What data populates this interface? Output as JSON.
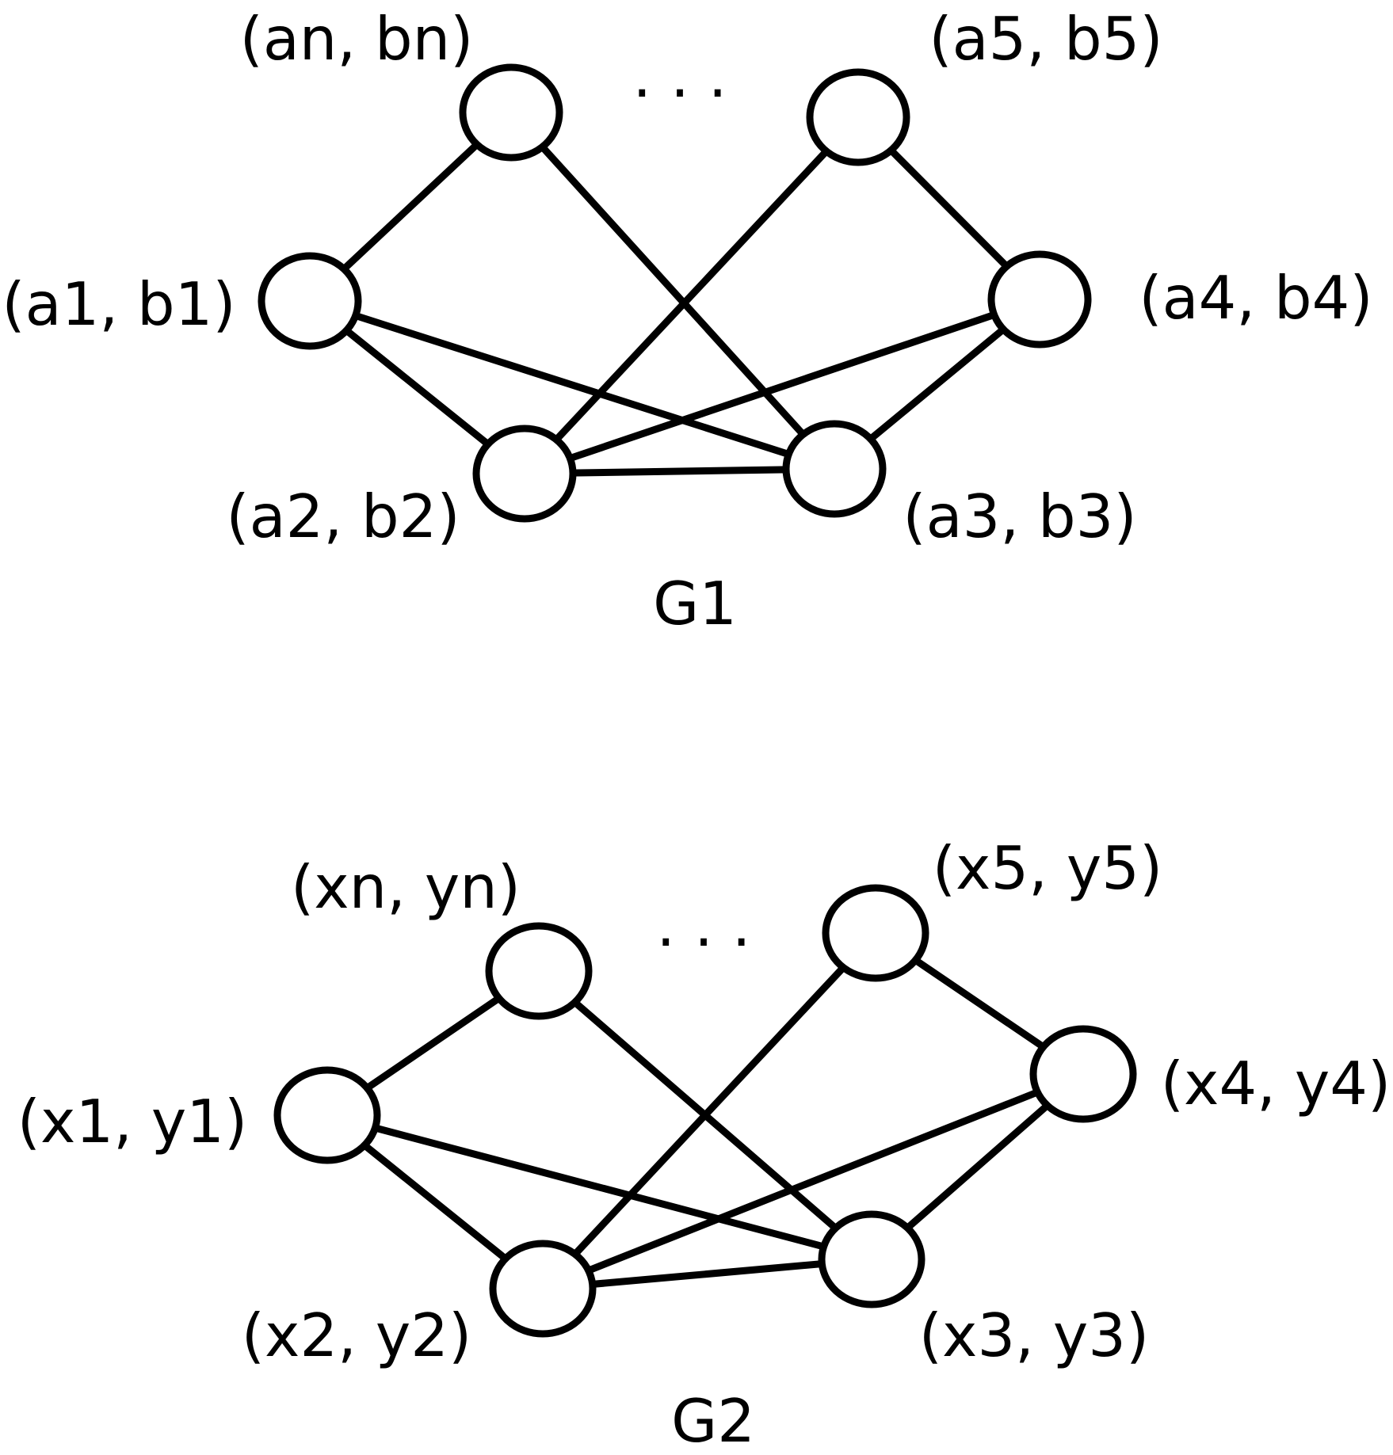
{
  "graphs": [
    {
      "caption": "G1",
      "nodes": [
        {
          "id": "an",
          "label": "(an, bn)"
        },
        {
          "id": "a5",
          "label": "(a5, b5)"
        },
        {
          "id": "a1",
          "label": "(a1, b1)"
        },
        {
          "id": "a4",
          "label": "(a4, b4)"
        },
        {
          "id": "a2",
          "label": "(a2, b2)"
        },
        {
          "id": "a3",
          "label": "(a3, b3)"
        }
      ],
      "ellipsis": ". . .",
      "edges": [
        [
          "an",
          "a1"
        ],
        [
          "an",
          "a3"
        ],
        [
          "a5",
          "a2"
        ],
        [
          "a5",
          "a4"
        ],
        [
          "a1",
          "a2"
        ],
        [
          "a1",
          "a3"
        ],
        [
          "a4",
          "a2"
        ],
        [
          "a4",
          "a3"
        ],
        [
          "a2",
          "a3"
        ]
      ]
    },
    {
      "caption": "G2",
      "nodes": [
        {
          "id": "xn",
          "label": "(xn, yn)"
        },
        {
          "id": "x5",
          "label": "(x5, y5)"
        },
        {
          "id": "x1",
          "label": "(x1, y1)"
        },
        {
          "id": "x4",
          "label": "(x4, y4)"
        },
        {
          "id": "x2",
          "label": "(x2, y2)"
        },
        {
          "id": "x3",
          "label": "(x3, y3)"
        }
      ],
      "ellipsis": ". . .",
      "edges": [
        [
          "xn",
          "x1"
        ],
        [
          "xn",
          "x3"
        ],
        [
          "x5",
          "x2"
        ],
        [
          "x5",
          "x4"
        ],
        [
          "x1",
          "x2"
        ],
        [
          "x1",
          "x3"
        ],
        [
          "x4",
          "x2"
        ],
        [
          "x4",
          "x3"
        ],
        [
          "x2",
          "x3"
        ]
      ]
    }
  ]
}
